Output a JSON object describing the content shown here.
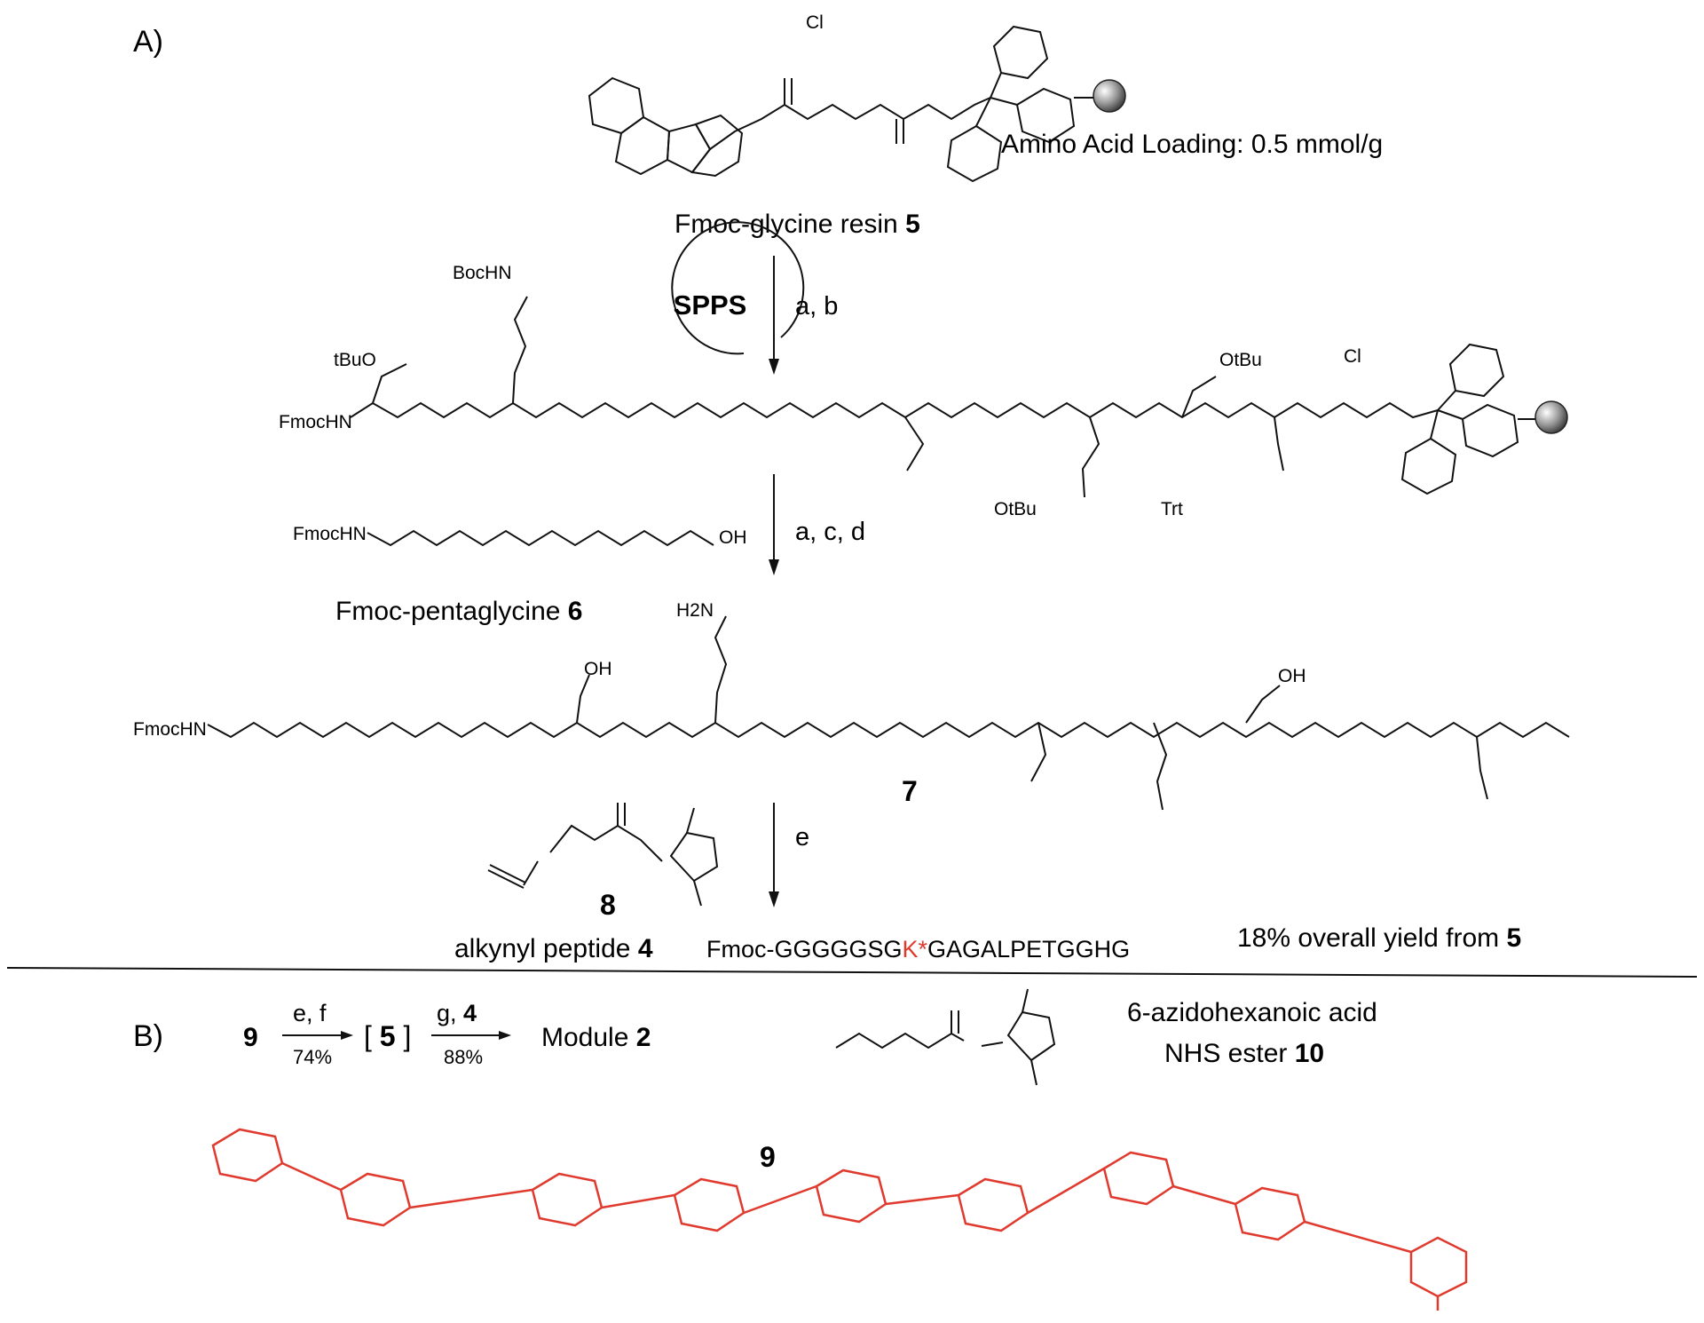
{
  "panels": {
    "a_label": "A)",
    "b_label": "B)"
  },
  "resin": {
    "label": "Fmoc-glycine resin",
    "number": "5",
    "loading": "Amino Acid Loading: 0.5 mmol/g",
    "cl": "Cl"
  },
  "steps": {
    "spps": "SPPS",
    "step1": "a, b",
    "step2": "a, c, d",
    "step3": "e"
  },
  "pentaglycine": {
    "label": "Fmoc-pentaglycine",
    "number": "6",
    "fmochn": "FmocHN",
    "oh": "OH"
  },
  "protected_peptide": {
    "bochn": "BocHN",
    "tbuo": "tBuO",
    "fmochn": "FmocHN",
    "otbu_thr": "OtBu",
    "otbu_glu": "OtBu",
    "trt": "Trt",
    "cl": "Cl"
  },
  "peptide7": {
    "number": "7",
    "fmochn": "FmocHN",
    "h2n": "H2N",
    "oh_ser": "OH",
    "oh_thr": "OH"
  },
  "compound8": {
    "number": "8"
  },
  "product": {
    "prefix": "alkynyl peptide",
    "number": "4",
    "seq_start": "Fmoc-GGGGGSG",
    "seq_k": "K*",
    "seq_end": "GAGALPETGGHG",
    "yield": "18% overall yield from",
    "yield_number": "5"
  },
  "scheme_b": {
    "start": "9",
    "cond1": "e, f",
    "yield1": "74%",
    "intermediate": "5",
    "cond2": "g,",
    "cond2_number": "4",
    "yield2": "88%",
    "product": "Module",
    "product_number": "2",
    "reagent_name": "6-azidohexanoic acid",
    "reagent_suffix": "NHS ester",
    "reagent_number": "10"
  },
  "compound9": {
    "number": "9"
  },
  "colors": {
    "ink": "#111111",
    "highlight": "#e03a2e",
    "bead": "#9a9a9a"
  }
}
